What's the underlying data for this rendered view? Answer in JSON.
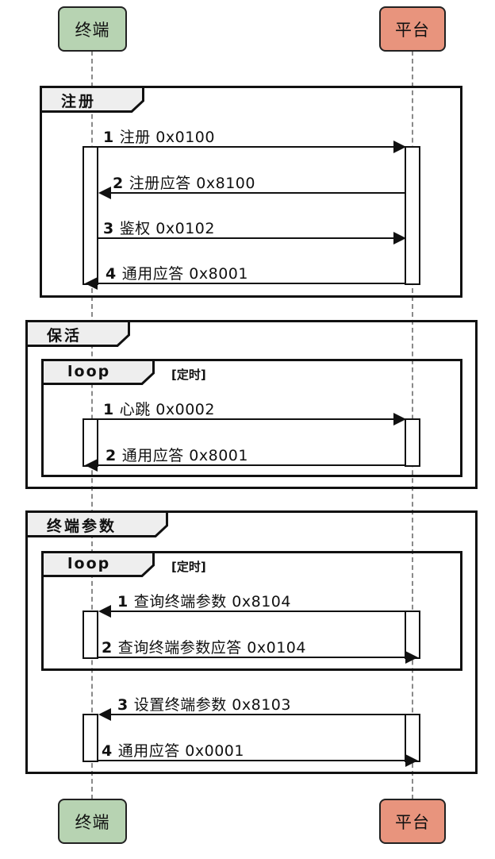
{
  "diagram_type": "sequence-diagram",
  "participants": {
    "terminal": "终端",
    "platform": "平台"
  },
  "colors": {
    "terminal_fill": "#b7d3b2",
    "platform_fill": "#e8947d",
    "frame_border": "#111111",
    "tab_fill": "#eeeeee",
    "lifeline": "#8a8a8a"
  },
  "frames": {
    "register": {
      "label": "注册"
    },
    "keepalive": {
      "label": "保活"
    },
    "params": {
      "label": "终端参数"
    }
  },
  "loop": {
    "keyword": "loop",
    "condition": "[定时]"
  },
  "messages": {
    "register": [
      {
        "num": "1",
        "text": "注册 0x0100",
        "from": "terminal",
        "to": "platform"
      },
      {
        "num": "2",
        "text": "注册应答 0x8100",
        "from": "platform",
        "to": "terminal"
      },
      {
        "num": "3",
        "text": "鉴权 0x0102",
        "from": "terminal",
        "to": "platform"
      },
      {
        "num": "4",
        "text": "通用应答 0x8001",
        "from": "platform",
        "to": "terminal"
      }
    ],
    "keepalive_loop": [
      {
        "num": "1",
        "text": "心跳 0x0002",
        "from": "terminal",
        "to": "platform"
      },
      {
        "num": "2",
        "text": "通用应答 0x8001",
        "from": "platform",
        "to": "terminal"
      }
    ],
    "params_loop": [
      {
        "num": "1",
        "text": "查询终端参数 0x8104",
        "from": "platform",
        "to": "terminal"
      },
      {
        "num": "2",
        "text": "查询终端参数应答 0x0104",
        "from": "terminal",
        "to": "platform"
      }
    ],
    "params_tail": [
      {
        "num": "3",
        "text": "设置终端参数 0x8103",
        "from": "platform",
        "to": "terminal"
      },
      {
        "num": "4",
        "text": "通用应答 0x0001",
        "from": "terminal",
        "to": "platform"
      }
    ]
  }
}
